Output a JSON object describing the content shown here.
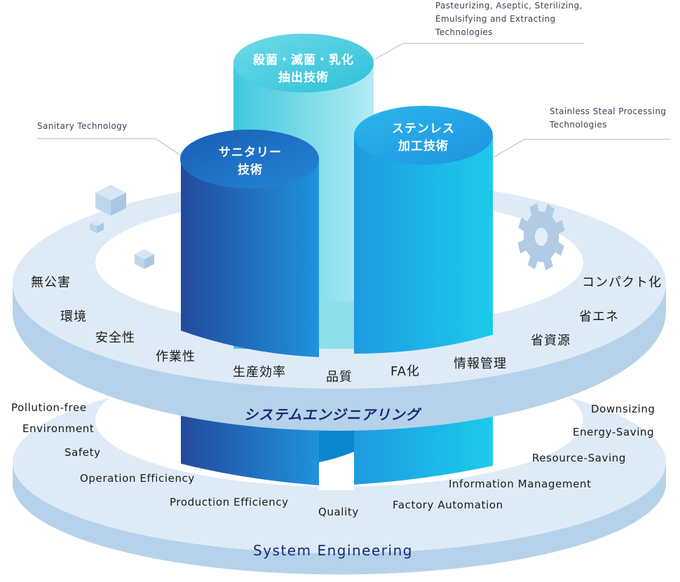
{
  "pillars": [
    {
      "id": "sterilizing",
      "title_line1": "殺菌・滅菌・乳化",
      "title_line2": "抽出技術",
      "callout_lines": [
        "Pasteurizing, Aseptic, Sterilizing,",
        "Emulsifying and Extracting",
        "Technologies"
      ],
      "color_top": "#5fd6e6",
      "color_body_left": "#3ec9dd",
      "color_body_right": "#b4ecf4"
    },
    {
      "id": "sanitary",
      "title_line1": "サニタリー",
      "title_line2": "技術",
      "callout_lines": [
        "Sanitary Technology"
      ],
      "color_top": "#1f6fc3",
      "color_body_left": "#234a9c",
      "color_body_right": "#1e93de"
    },
    {
      "id": "stainless",
      "title_line1": "ステンレス",
      "title_line2": "加工技術",
      "callout_lines": [
        "Stainless Steal  Processing",
        "Technologies"
      ],
      "color_top": "#23a6e8",
      "color_body_left": "#1e9ae2",
      "color_body_right": "#1bcbea"
    }
  ],
  "upper_ring": {
    "title": "システムエンジニアリング",
    "items": [
      "無公害",
      "環境",
      "安全性",
      "作業性",
      "生産効率",
      "品質",
      "FA化",
      "情報管理",
      "省資源",
      "省エネ",
      "コンパクト化"
    ]
  },
  "lower_ring": {
    "title": "System Engineering",
    "items": [
      "Pollution-free",
      "Environment",
      "Safety",
      "Operation Efficiency",
      "Production Efficiency",
      "Quality",
      "Factory Automation",
      "Information Management",
      "Resource-Saving",
      "Energy-Saving",
      "Downsizing"
    ]
  },
  "decorations": [
    "cube-icon",
    "cube-icon",
    "cube-icon",
    "gear-icon"
  ],
  "colors": {
    "ring_top": "#deebf7",
    "ring_side": "#b6d2ea",
    "title_text": "#15297a",
    "callout_line": "#b0b6bf"
  }
}
